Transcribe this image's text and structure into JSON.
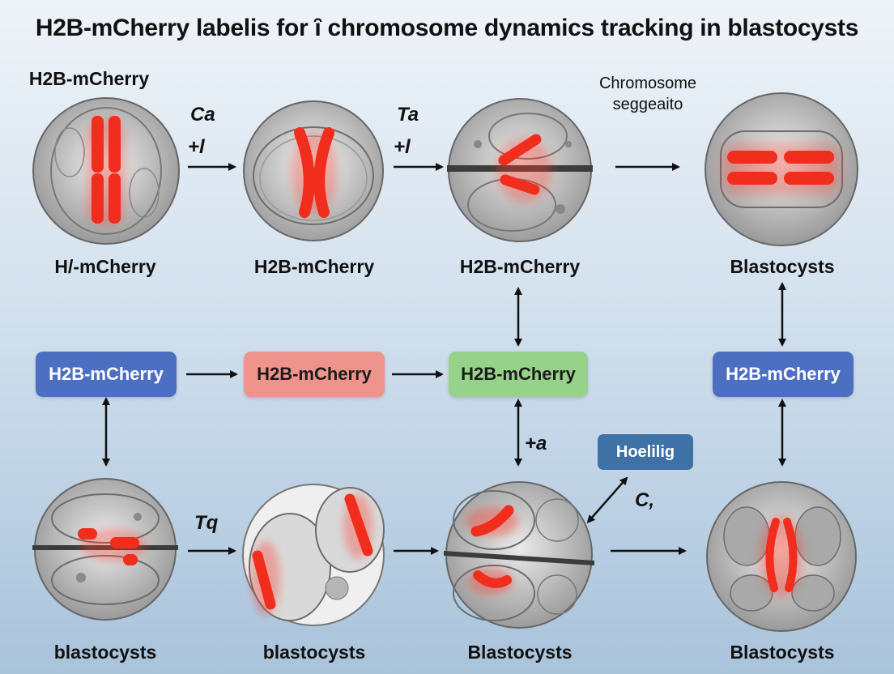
{
  "title": "H2B-mCherry labelis for ȋ chromosome dynamics tracking in blastocysts",
  "top_left_heading": "H2B-mCherry",
  "chromosome_note": [
    "Chromosome",
    "seggeaito"
  ],
  "row1_labels": [
    "H/-mCherry",
    "H2B-mCherry",
    "H2B-mCherry",
    "Blastocysts"
  ],
  "row1_tags": [
    {
      "main": "Ca",
      "sub": "+l"
    },
    {
      "main": "Ta",
      "sub": "+l"
    }
  ],
  "boxes": [
    "H2B-mCherry",
    "H2B-mCherry",
    "H2B-mCherry",
    "H2B-mCherry"
  ],
  "side_tag": "+a",
  "hoelilig_label": "Hoelilig",
  "c_tag": "C,",
  "tq_tag": "Tq",
  "row3_labels": [
    "blastocysts",
    "blastocysts",
    "Blastocysts",
    "Blastocysts"
  ],
  "colors": {
    "blue_box": "#4d6fc2",
    "red_box": "#ef948d",
    "green_box": "#97d28a",
    "small_box": "#3e72a6",
    "chromatin": "#ff2a1a"
  }
}
